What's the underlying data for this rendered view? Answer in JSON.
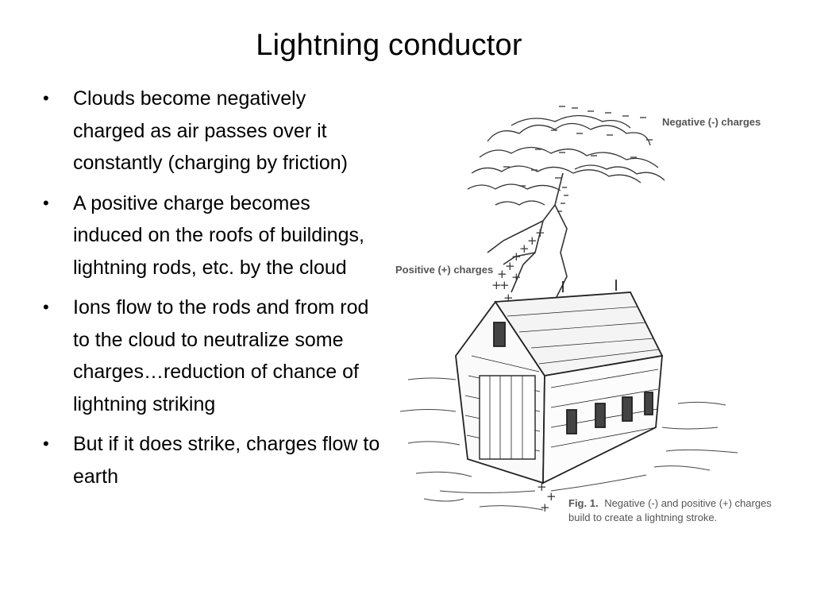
{
  "slide": {
    "title": "Lightning conductor",
    "bullets": [
      "Clouds become negatively charged as air passes over it constantly (charging by friction)",
      "A positive charge becomes induced on the roofs of buildings, lightning rods, etc. by the cloud",
      "Ions flow to the rods and from rod to the cloud to neutralize some charges…reduction of chance of lightning striking",
      "But if it does strike, charges flow to earth"
    ],
    "bullet_glyph": "•"
  },
  "figure": {
    "negative_label": "Negative (-) charges",
    "positive_label": "Positive (+) charges",
    "caption_bold": "Fig. 1.",
    "caption_line1": "Negative (-) and positive (+) charges",
    "caption_line2": "build to create a lightning stroke."
  }
}
